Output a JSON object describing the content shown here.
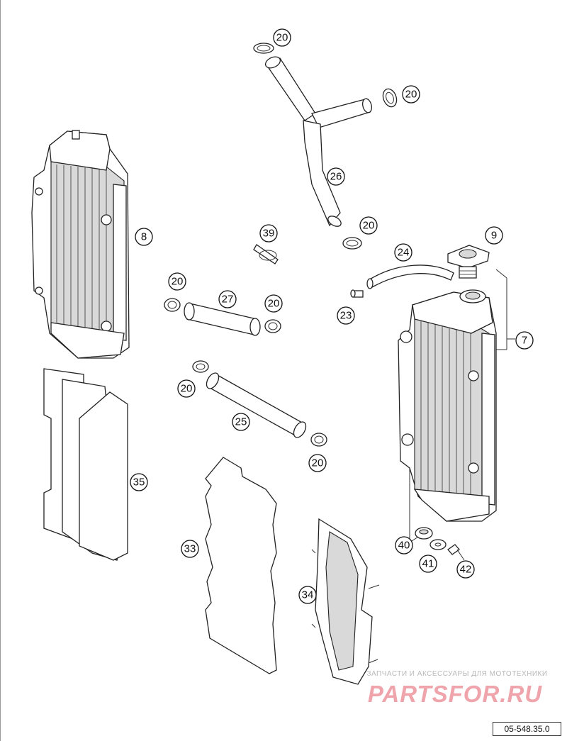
{
  "callouts": {
    "c20a": "20",
    "c20b": "20",
    "c26": "26",
    "c20c": "20",
    "c8": "8",
    "c39": "39",
    "c9": "9",
    "c24": "24",
    "c20d": "20",
    "c27": "27",
    "c20e": "20",
    "c23": "23",
    "c7": "7",
    "c20f": "20",
    "c25": "25",
    "c20g": "20",
    "c35": "35",
    "c33": "33",
    "c40": "40",
    "c41": "41",
    "c42": "42",
    "c34": "34"
  },
  "watermark": {
    "caption": "ЗАПЧАСТИ И АКСЕССУАРЫ ДЛЯ МОТОТЕХНИКИ",
    "logo": "PARTSFOR.RU"
  },
  "reference_code": "05-548.35.0"
}
